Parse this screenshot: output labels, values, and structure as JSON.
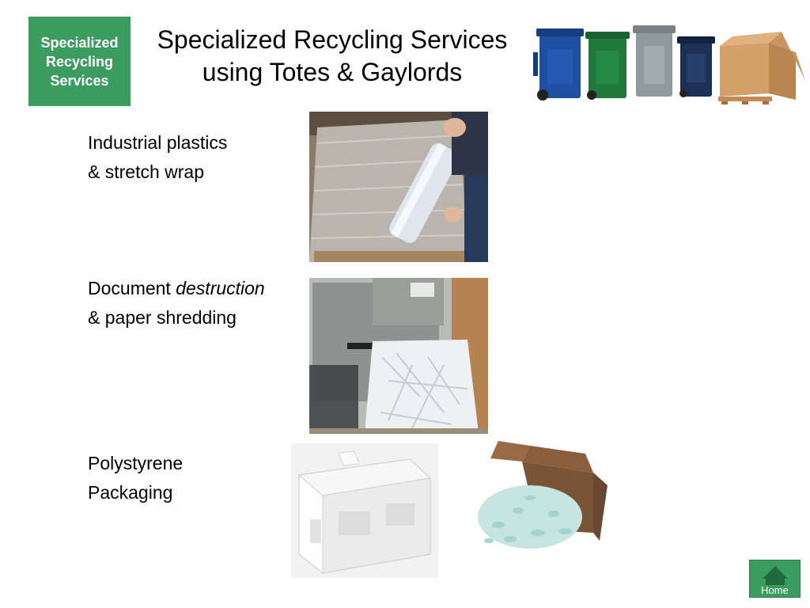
{
  "badge": {
    "line1": "Specialized",
    "line2": "Recycling",
    "line3": "Services"
  },
  "title": {
    "line1": "Specialized Recycling Services",
    "line2": "using Totes & Gaylords"
  },
  "items": [
    {
      "line1": "Industrial plastics",
      "line2": "& stretch wrap"
    },
    {
      "line1_plain": "Document ",
      "line1_italic": "destruction",
      "line2": "& paper shredding"
    },
    {
      "line1": "Polystyrene",
      "line2": "Packaging"
    }
  ],
  "home_button": {
    "label": "Home"
  },
  "colors": {
    "accent": "#3a9c5e",
    "bin_blue": "#1f4fa0",
    "bin_green": "#1f7a3c",
    "bin_gray": "#8e9a9c",
    "bin_navy": "#1c2f55",
    "gaylord_box": "#d4a06a"
  }
}
